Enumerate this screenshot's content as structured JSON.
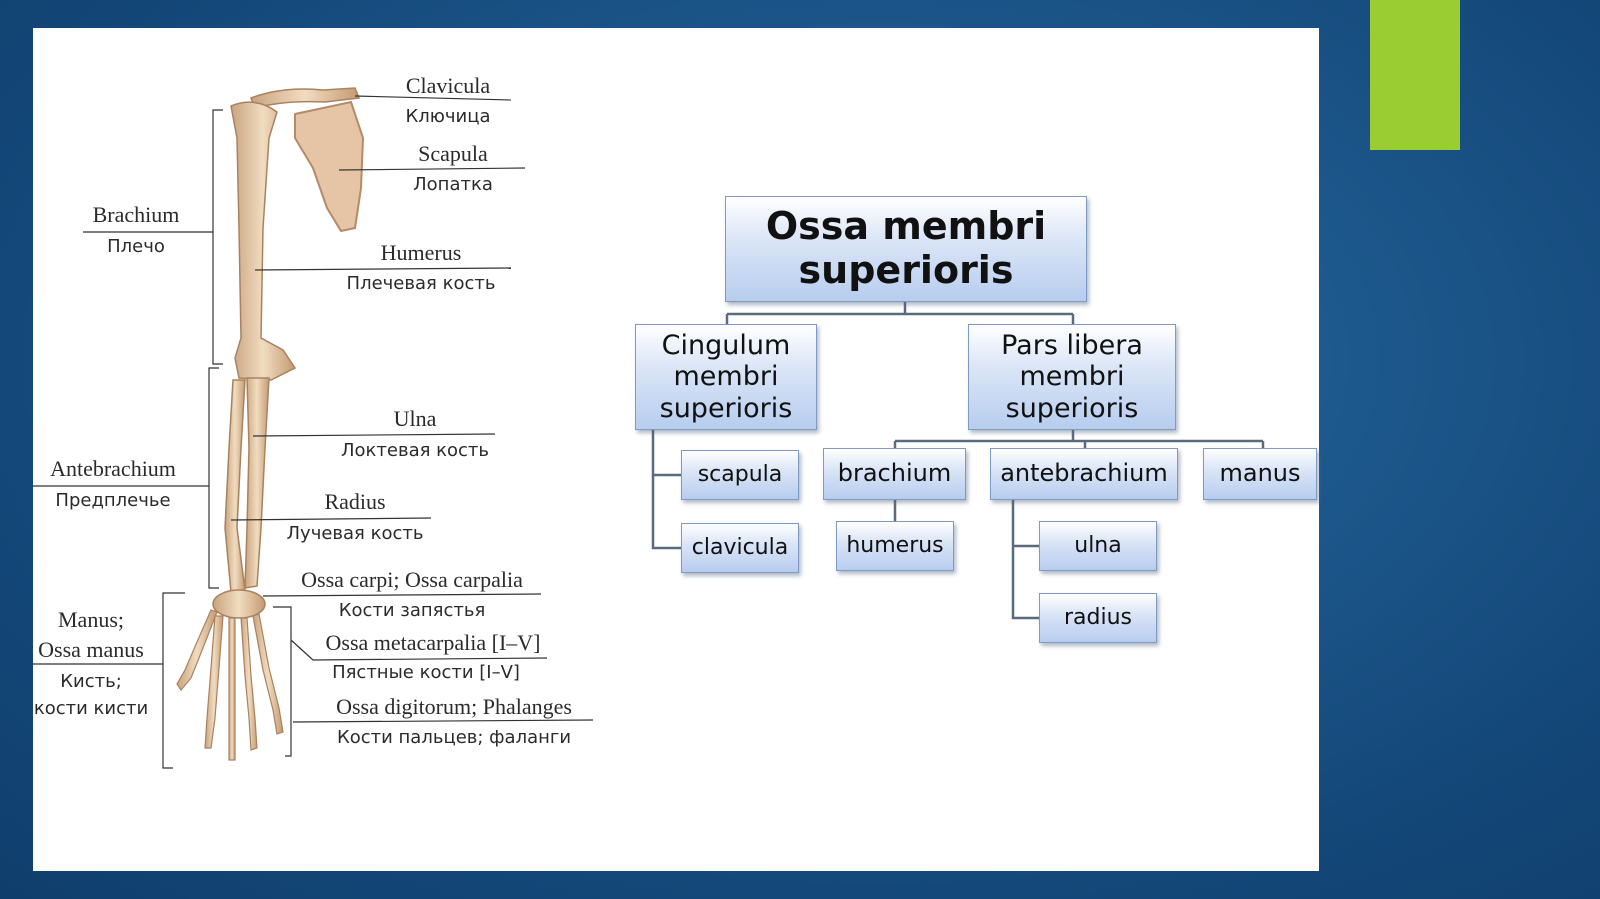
{
  "colors": {
    "background": "#1e5a8e",
    "accent": "#9acd32",
    "panel": "#ffffff",
    "bone": "#e8d2b4",
    "connector": "#5a6b80"
  },
  "anatomy": {
    "clavicula": {
      "latin": "Clavicula",
      "russian": "Ключица"
    },
    "scapula": {
      "latin": "Scapula",
      "russian": "Лопатка"
    },
    "brachium": {
      "latin": "Brachium",
      "russian": "Плечо"
    },
    "humerus": {
      "latin": "Humerus",
      "russian": "Плечевая кость"
    },
    "ulna": {
      "latin": "Ulna",
      "russian": "Локтевая кость"
    },
    "antebrachium": {
      "latin": "Antebrachium",
      "russian": "Предплечье"
    },
    "radius": {
      "latin": "Radius",
      "russian": "Лучевая кость"
    },
    "carpi": {
      "latin": "Ossa carpi; Ossa carpalia",
      "russian": "Кости запястья"
    },
    "manus": {
      "latin_1": "Manus;",
      "latin_2": "Ossa manus",
      "russian_1": "Кисть;",
      "russian_2": "кости кисти"
    },
    "metacarpalia": {
      "latin": "Ossa metacarpalia [I–V]",
      "russian": "Пястные кости [I–V]"
    },
    "digitorum": {
      "latin": "Ossa digitorum; Phalanges",
      "russian": "Кости пальцев; фаланги"
    }
  },
  "tree": {
    "root": {
      "line1": "Ossa membri",
      "line2": "superioris"
    },
    "cingulum": {
      "line1": "Cingulum",
      "line2": "membri",
      "line3": "superioris"
    },
    "pars_libera": {
      "line1": "Pars libera",
      "line2": "membri",
      "line3": "superioris"
    },
    "scapula": "scapula",
    "clavicula": "clavicula",
    "brachium": "brachium",
    "humerus": "humerus",
    "antebrachium": "antebrachium",
    "ulna": "ulna",
    "radius": "radius",
    "manus": "manus"
  }
}
